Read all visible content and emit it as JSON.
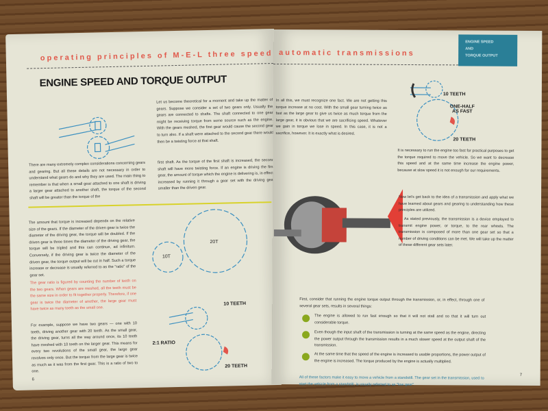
{
  "left_page": {
    "header": "operating principles of M-E-L three speed",
    "title": "ENGINE SPEED AND TORQUE OUTPUT",
    "para_intro": "There are many extremely complex considerations concerning gears and gearing. But all these details are not necessary in order to understand what gears do and why they are used. The main thing to remember is that when a small gear attached to one shaft is driving a larger gear attached to another shaft, the torque of the second shaft will be greater than the torque of the",
    "para_theory": "Let us become theoretical for a moment and take up the matter of gears. Suppose we consider a set of two gears only. Usually the gears are connected to shafts. The shaft connected to one gear might be receiving torque from some source such as the engine. With the gears meshed, the first gear would cause the second gear to turn also. If a shaft were attached to the second gear there would then be a twisting force at that shaft.",
    "para_first_shaft": "first shaft. As the torque of the first shaft is increased, the second shaft will have more twisting force. If an engine is driving the first gear, the amount of torque which the engine is delivering is, in effect, increased by running it through a gear set with the driving gear smaller than the driven gear.",
    "para_amount": "The amount that torque is increased depends on the relative size of the gears. If the diameter of the driven gear is twice the diameter of the driving gear, the torque will be doubled. If the driven gear is three times the diameter of the driving gear, the torque will be tripled and this can continue, ad infinitum. Conversely, if the driving gear is twice the diameter of the driven gear, the torque output will be cut in half. Such a torque increase or decrease is usually referred to as the \"ratio\" of the gear set.",
    "para_ratio_red": "The gear ratio is figured by counting the number of teeth on the two gears. When gears are meshed, all the teeth must be the same size in order to fit together properly. Therefore, if one gear is twice the diameter of another, the large gear must have twice as many teeth as the small one.",
    "para_example": "For example, suppose we have two gears — one with 10 teeth, driving another gear with 20 teeth. As the small gear, the driving gear, turns all the way around once, its 10 teeth have meshed with 10 teeth on the larger gear. This means for every two revolutions of the small gear, the large gear revolves only once. But the torque from the large gear is twice as much as it was from the first gear. This is a ratio of two to one.",
    "labels": {
      "small_gear": "10T",
      "large_gear": "20T",
      "ten_teeth": "10 TEETH",
      "ratio": "2:1 RATIO",
      "twenty_teeth": "20 TEETH"
    },
    "page_number": "6"
  },
  "right_page": {
    "header": "automatic transmissions",
    "tab": [
      "ENGINE SPEED",
      "AND",
      "TORQUE OUTPUT"
    ],
    "para_fact": "In all this, we must recognize one fact. We are not getting this torque increase at no cost. With the small gear turning twice as fast as the large gear to give us twice as much torque from the large gear, it is obvious that we are sacrificing speed. Whatever we gain in torque we lose in speed. In this case, it is not a sacrifice, however. It is exactly what is desired.",
    "labels": {
      "ten_teeth": "10 TEETH",
      "one_half": "ONE-HALF",
      "as_fast": "AS FAST",
      "twenty_teeth": "20 TEETH"
    },
    "para_necessary": "It is necessary to run the engine too fast for practical purposes to get the torque required to move the vehicle. So we want to decrease this speed and at the same time increase the engine power, because at slow speed it is not enough for our requirements.",
    "para_now": "Now let's get back to the idea of a transmission and apply what we have learned about gears and gearing to understanding how these principles are utilized.",
    "para_stated": "As stated previously, the transmission is a device employed to transmit engine power, or torque, to the rear wheels. The transmission is composed of more than one gear set so that a number of driving conditions can be met. We will take up the matter of these different gear sets later.",
    "para_first": "First, consider that running the engine torque output through the transmission, or, in effect, through one of several gear sets, results in several things:",
    "bullets": [
      "The engine is allowed to run fast enough so that it will not stall and so that it will turn out considerable torque.",
      "Even though the input shaft of the transmission is turning at the same speed as the engine, directing the power output through the transmission results in a much slower speed at the output shaft of the transmission.",
      "At the same time that the speed of the engine is increased to usable proportions, the power output of the engine is increased. The torque produced by the engine is actually multiplied."
    ],
    "para_low": "All of these factors make it easy to move a vehicle from a standstill. The gear set in the transmission, used to start the vehicle from a standstill, is usually referred to as \"low gear\".",
    "page_number": "7"
  },
  "colors": {
    "accent_red": "#e0584a",
    "tab_teal": "#2a7f97",
    "bullet_green": "#8aa81e",
    "gear_blue": "#3a8fc0"
  }
}
